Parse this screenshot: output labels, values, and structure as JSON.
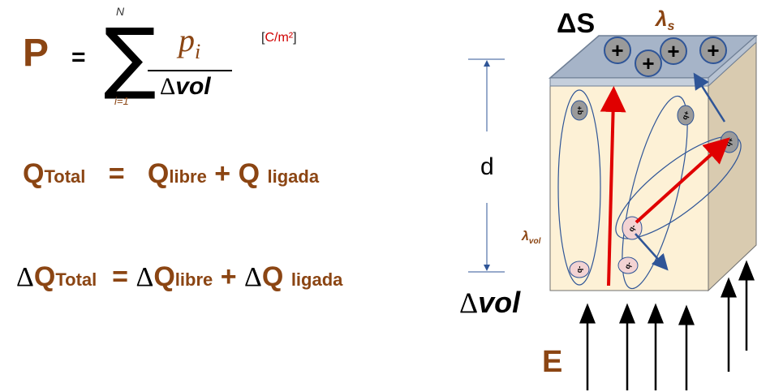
{
  "formula": {
    "lhs": "P",
    "equals": "=",
    "sum_upper": "N",
    "sum_lower": "i=1",
    "numerator": "p",
    "numerator_sub": "i",
    "denominator_delta": "Δ",
    "denominator": "vol",
    "unit_open": "[",
    "unit": "C/m²",
    "unit_close": "]"
  },
  "equation_total": {
    "q1": "Q",
    "q1_sub": "Total",
    "eq": "=",
    "q2": "Q",
    "q2_sub": "libre",
    "plus": "+",
    "q3": "Q",
    "q3_sub": "ligada"
  },
  "equation_delta": {
    "delta": "Δ",
    "q1": "Q",
    "q1_sub": "Total",
    "eq": "=",
    "q2": "Q",
    "q2_sub": "libre",
    "plus": "+",
    "q3": "Q",
    "q3_sub": "ligada"
  },
  "diagram": {
    "surface_label": "ΔS",
    "lambda_s": "λ",
    "lambda_s_sub": "s",
    "lambda_vol": "λ",
    "lambda_vol_sub": "vol",
    "d_label": "d",
    "volume_label_delta": "Δ",
    "volume_label": "vol",
    "field_label": "E",
    "plus_sign": "+",
    "q_plus": "q+",
    "q_minus": "q-"
  },
  "colors": {
    "brown": "#8B4513",
    "red_arrow": "#e00000",
    "blue_arrow": "#2f5597",
    "block_face": "#fdf1d6",
    "block_side": "#d9cbb0",
    "plate": "#a6b4c8",
    "charge": "#9a9a9a",
    "unit_red": "#d00000"
  }
}
